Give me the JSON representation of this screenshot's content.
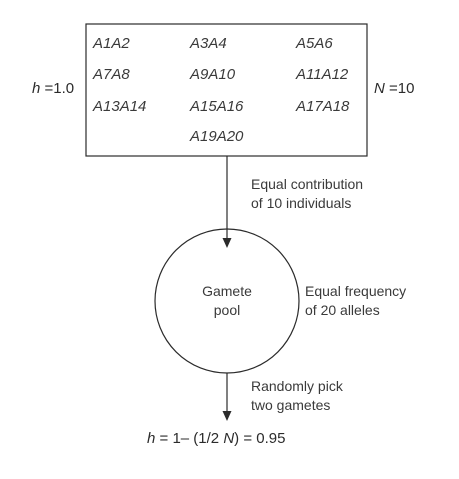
{
  "population": {
    "h_label": "h",
    "h_value": "1.0",
    "n_label": "N",
    "n_value": "10",
    "genotypes": [
      "A1A2",
      "A3A4",
      "A5A6",
      "A7A8",
      "A9A10",
      "A11A12",
      "A13A14",
      "A15A16",
      "A17A18",
      "A19A20"
    ]
  },
  "arrow1_label": [
    "Equal contribution",
    "of 10 individuals"
  ],
  "gamete_pool": {
    "label": [
      "Gamete",
      "pool"
    ],
    "side_label": [
      "Equal frequency",
      "of 20 alleles"
    ]
  },
  "arrow2_label": [
    "Randomly pick",
    "two gametes"
  ],
  "result": {
    "h_label": "h",
    "expr_prefix": "= 1– (1/2 ",
    "n_label": "N",
    "expr_suffix": ") = 0.95"
  }
}
